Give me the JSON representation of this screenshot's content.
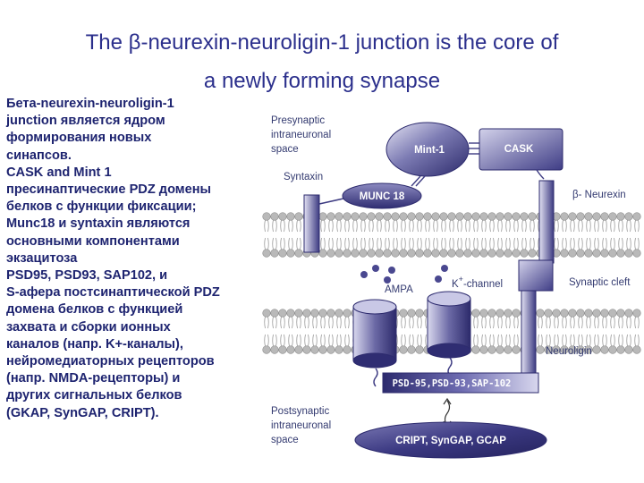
{
  "slide": {
    "title_line1": "The β-neurexin-neuroligin-1 junction is the core of",
    "title_line2": "a newly forming synapse"
  },
  "left_text": {
    "lines": [
      "Бета-neurexin-neuroligin-1",
      "junction является ядром",
      "формирования  новых",
      "синапсов.",
      "CASK and Mint 1",
      "пресинаптические PDZ домены",
      "белков с  функции фиксации;",
      "Munc18 и syntaxin являются",
      "основными компонентами",
      "экзацитоза",
      " PSD95, PSD93, SAP102, и",
      "S-афера постсинаптической PDZ",
      "домена белков с функцией",
      "захвата и сборки  ионных",
      "каналов (напр. K+-каналы),",
      "нейромедиаторных рецепторов",
      "(напр. NMDA-рецепторы) и",
      "других сигнальных  белков",
      "(GKAP, SynGAP, CRIPT)."
    ]
  },
  "diagram": {
    "presynaptic_label": [
      "Presynaptic",
      "intraneuronal",
      "space"
    ],
    "syntaxin": "Syntaxin",
    "mint1": "Mint-1",
    "cask": "CASK",
    "munc18": "MUNC 18",
    "beta_neurexin": "β- Neurexin",
    "synaptic_cleft": "Synaptic cleft",
    "ampa": "AMPA",
    "k_channel_main": "K",
    "k_channel_sup": "+",
    "k_channel_rest": "-channel",
    "neuroligin": "Neuroligin",
    "psd": "PSD-95,PSD-93,SAP-102",
    "postsynaptic_label": [
      "Postsynaptic",
      "intraneuronal",
      "space"
    ],
    "cript": "CRIPT, SynGAP, GCAP",
    "colors": {
      "protein_dark": "#3d3b82",
      "protein_light": "#d7d6ec",
      "membrane_head": "#b9b9b9",
      "title_text": "#2b2f8c",
      "body_text": "#1e2470"
    }
  }
}
